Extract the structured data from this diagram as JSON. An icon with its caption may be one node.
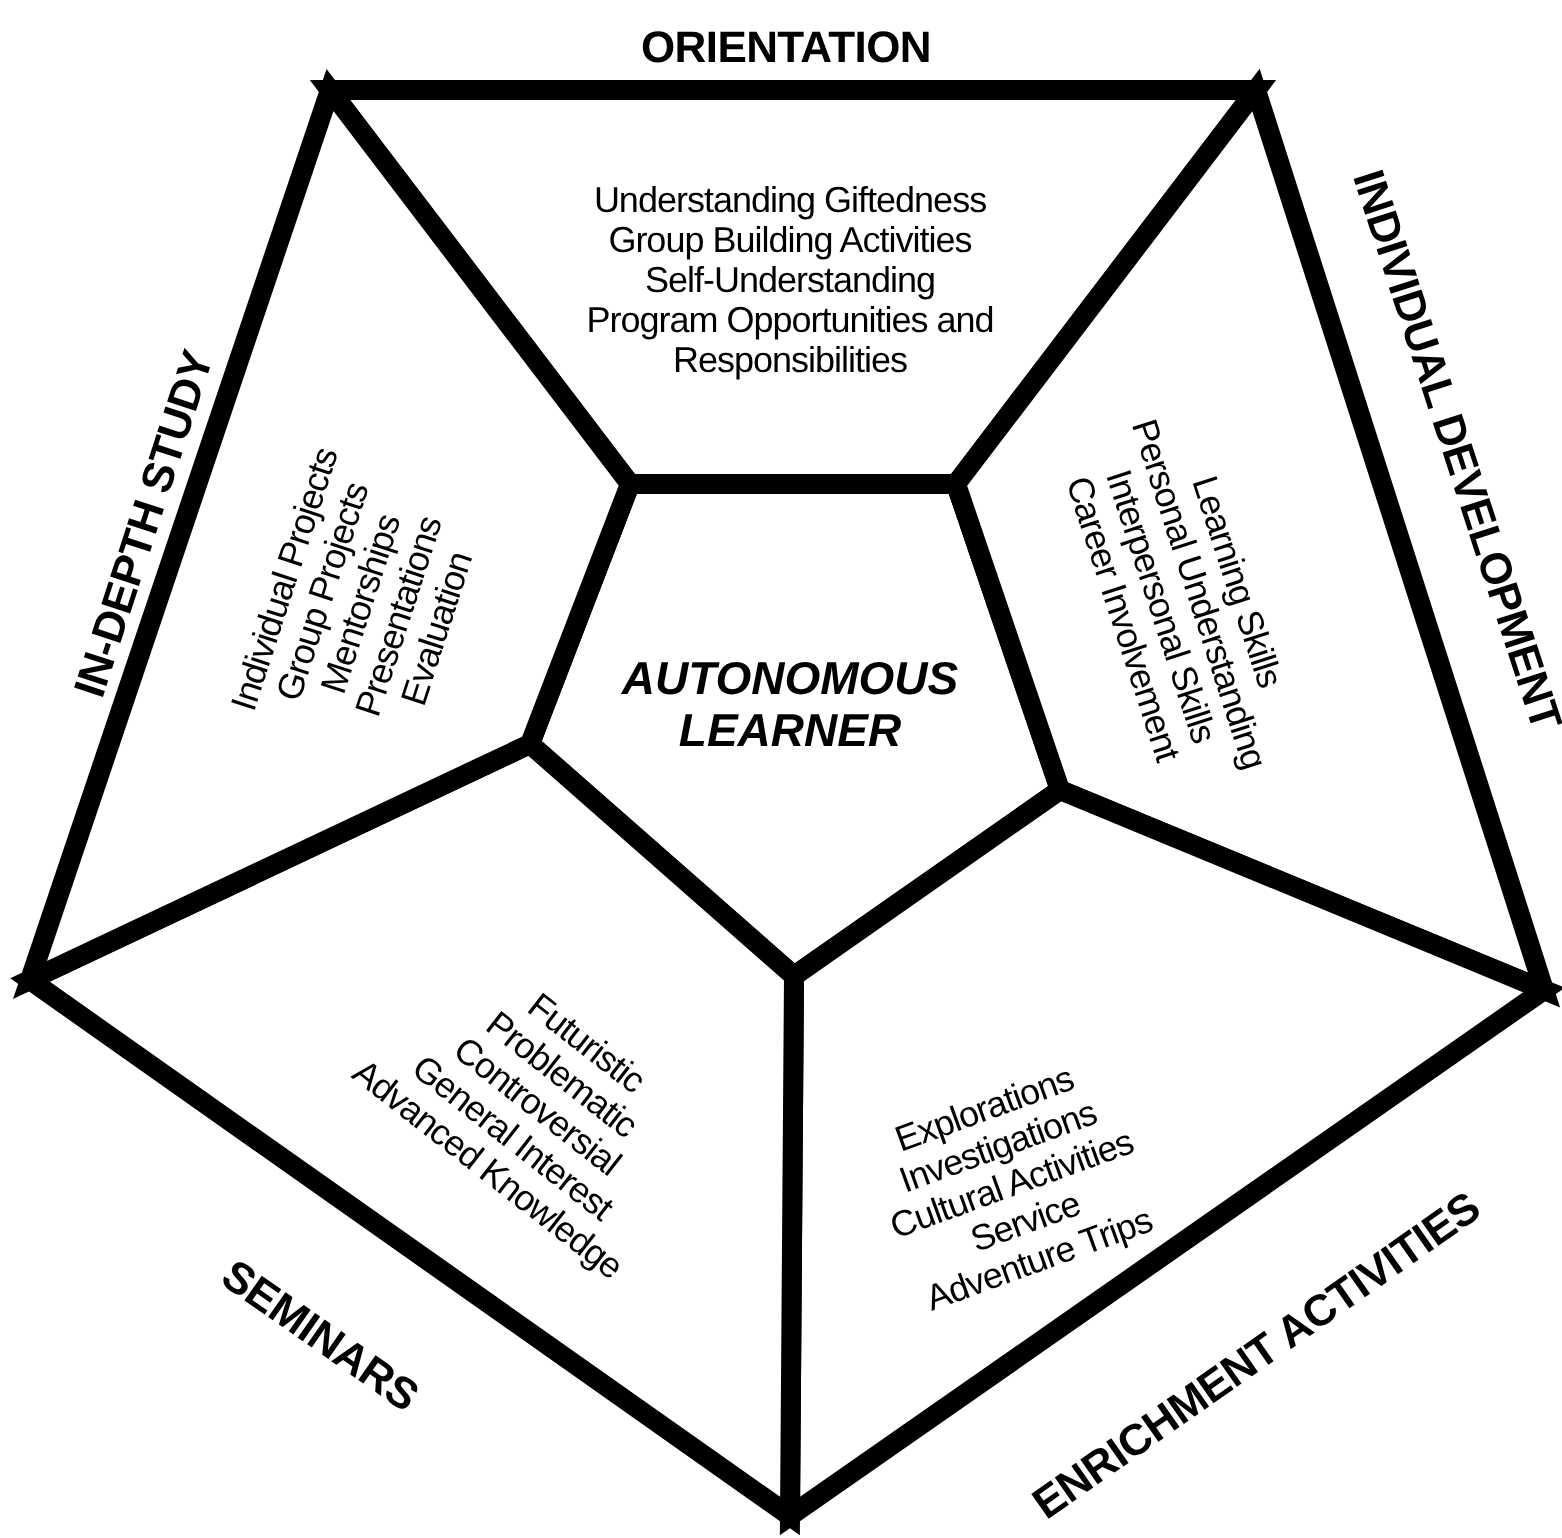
{
  "diagram": {
    "nodes": [
      {
        "text": [
          "AUTONOMOUS LEARNER"
        ]
      },
      {
        "text": [
          "ORIENTATION",
          "Understanding Giftedness",
          "Group Building Activities",
          "Self-Understanding",
          "Program Opportunities and Responsibilities"
        ]
      },
      {
        "text": [
          "INDIVIDUAL DEVELOPMENT",
          "Learning Skills",
          "Personal Understanding",
          "Interpersonal Skills",
          "Career Involvement"
        ]
      },
      {
        "text": [
          "ENRICHMENT ACTIVITIES",
          "Explorations",
          "Investigations",
          "Cultural Activities",
          "Service",
          "Adventure Trips"
        ]
      },
      {
        "text": [
          "SEMINARS",
          "Futuristic",
          "Problematic",
          "Controversial",
          "General Interest",
          "Advanced Knowledge"
        ]
      },
      {
        "text": [
          "IN-DEPTH STUDY",
          "Individual Projects",
          "Group Projects",
          "Mentorships",
          "Presentations",
          "Evaluation"
        ]
      }
    ],
    "edges": []
  }
}
